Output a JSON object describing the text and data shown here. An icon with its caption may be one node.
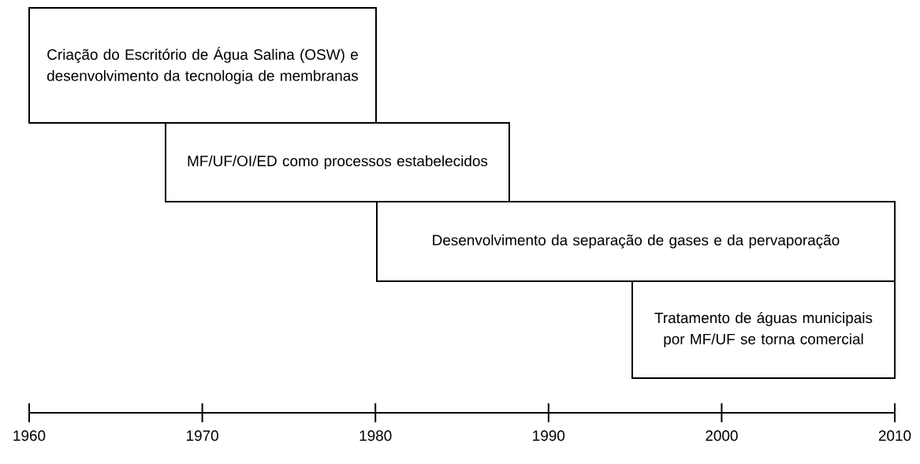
{
  "diagram": {
    "nodes": [
      {
        "text": [
          "Criação do Escritório de Água Salina (OSW) e desenvolvimento da tecnologia de membranas"
        ]
      },
      {
        "text": [
          "MF/UF/OI/ED como processos estabelecidos"
        ]
      },
      {
        "text": [
          "Desenvolvimento da separação de gases e da pervaporação"
        ]
      },
      {
        "text": [
          "Tratamento de águas municipais por MF/UF se torna comercial"
        ]
      }
    ],
    "edges": [],
    "labels": [
      "1960",
      "1970",
      "1980",
      "1990",
      "2000",
      "2010"
    ]
  }
}
